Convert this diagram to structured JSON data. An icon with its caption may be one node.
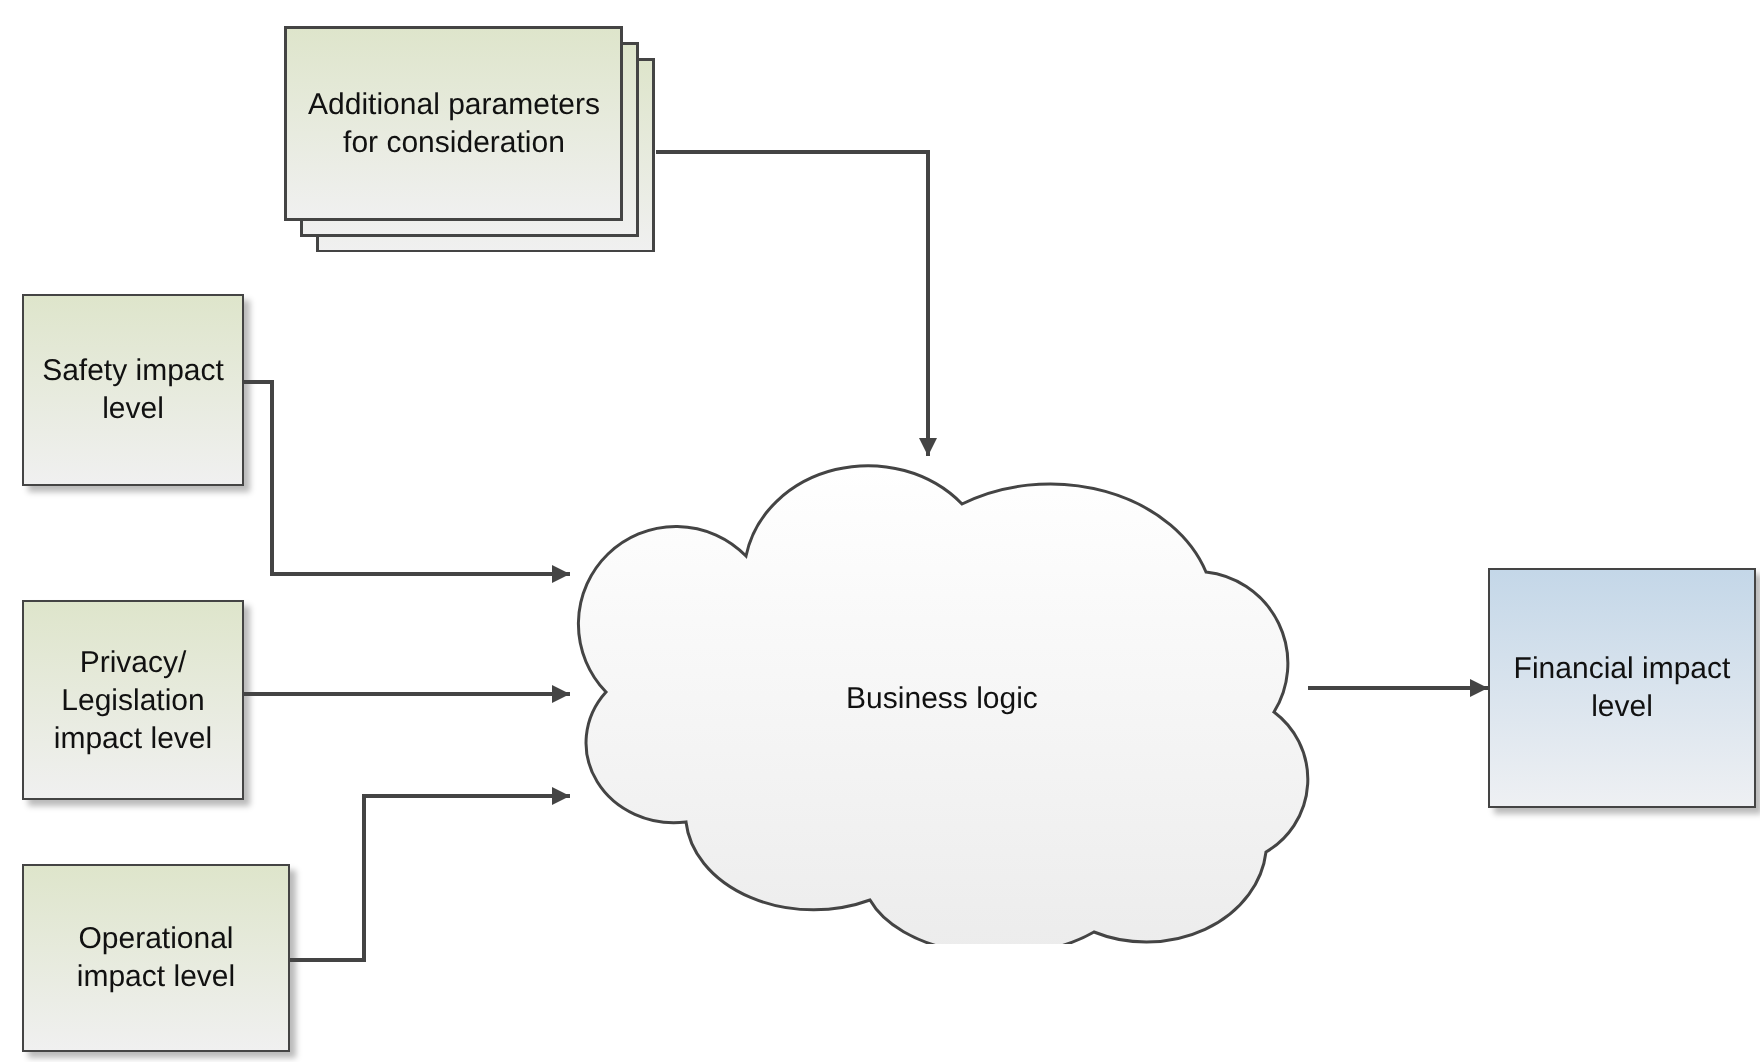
{
  "diagram": {
    "nodes": [
      {
        "text": [
          "Additional parameters for consideration"
        ]
      },
      {
        "text": [
          "Safety impact level"
        ]
      },
      {
        "text": [
          "Privacy/ Legislation impact level"
        ]
      },
      {
        "text": [
          "Operational impact level"
        ]
      },
      {
        "text": [
          "Business logic"
        ]
      },
      {
        "text": [
          "Financial impact level"
        ]
      }
    ],
    "edges": [
      {
        "from": 0,
        "to": 4,
        "arrow": "to"
      },
      {
        "from": 1,
        "to": 4,
        "arrow": "to"
      },
      {
        "from": 2,
        "to": 4,
        "arrow": "to"
      },
      {
        "from": 3,
        "to": 4,
        "arrow": "to"
      },
      {
        "from": 4,
        "to": 5,
        "arrow": "to"
      }
    ]
  }
}
